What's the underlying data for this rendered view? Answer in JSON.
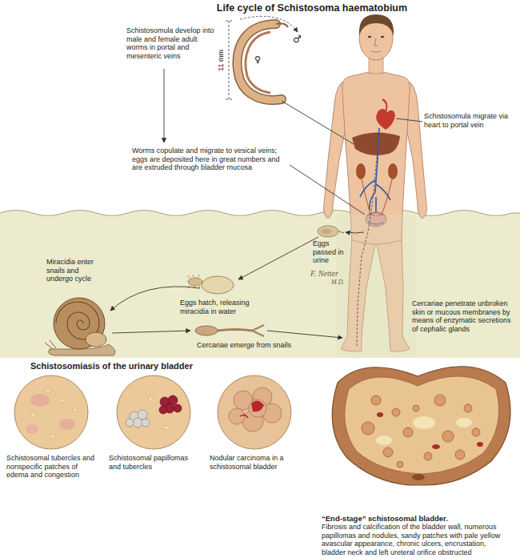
{
  "diagram": {
    "title": "Life cycle of Schistosoma haematobium",
    "nodes": [
      {
        "text": [
          "Schistosomal tubercles and nonspecific patches of edema and congestion"
        ]
      },
      {
        "text": [
          "Schistosomal papillomas and tubercles"
        ]
      },
      {
        "text": [
          "Nodular carcinoma in a schistosomal bladder"
        ]
      },
      {
        "text": [
          "“End-stage” schistosomal bladder.",
          "Fibrosis and calcification of the bladder wall, numerous papillomas and nodules, sandy patches with pale yellow avascular appearance, chronic ulcers, encrustation, bladder neck and left ureteral orifice obstructed"
        ]
      }
    ],
    "labels": [
      "11 mm",
      "♂",
      "♀",
      "Schistosomula develop into male and female adult worms in portal and mesenteric veins",
      "Schistosomula migrate via heart to portal vein",
      "Worms copulate and migrate to vesical veins; eggs are deposited here in great numbers and are extruded through bladder mucosa",
      "Eggs passed in urine",
      "Miracidia enter snails and undergo cycle",
      "Eggs hatch, releasing miracidia in water",
      "Cercariae emerge from snails",
      "Cercariae penetrate unbroken skin or mucous membranes by means of enzymatic secretions of cephalic glands",
      "F. Netter",
      "M.D.",
      "Schistosomiasis of the urinary bladder"
    ]
  }
}
